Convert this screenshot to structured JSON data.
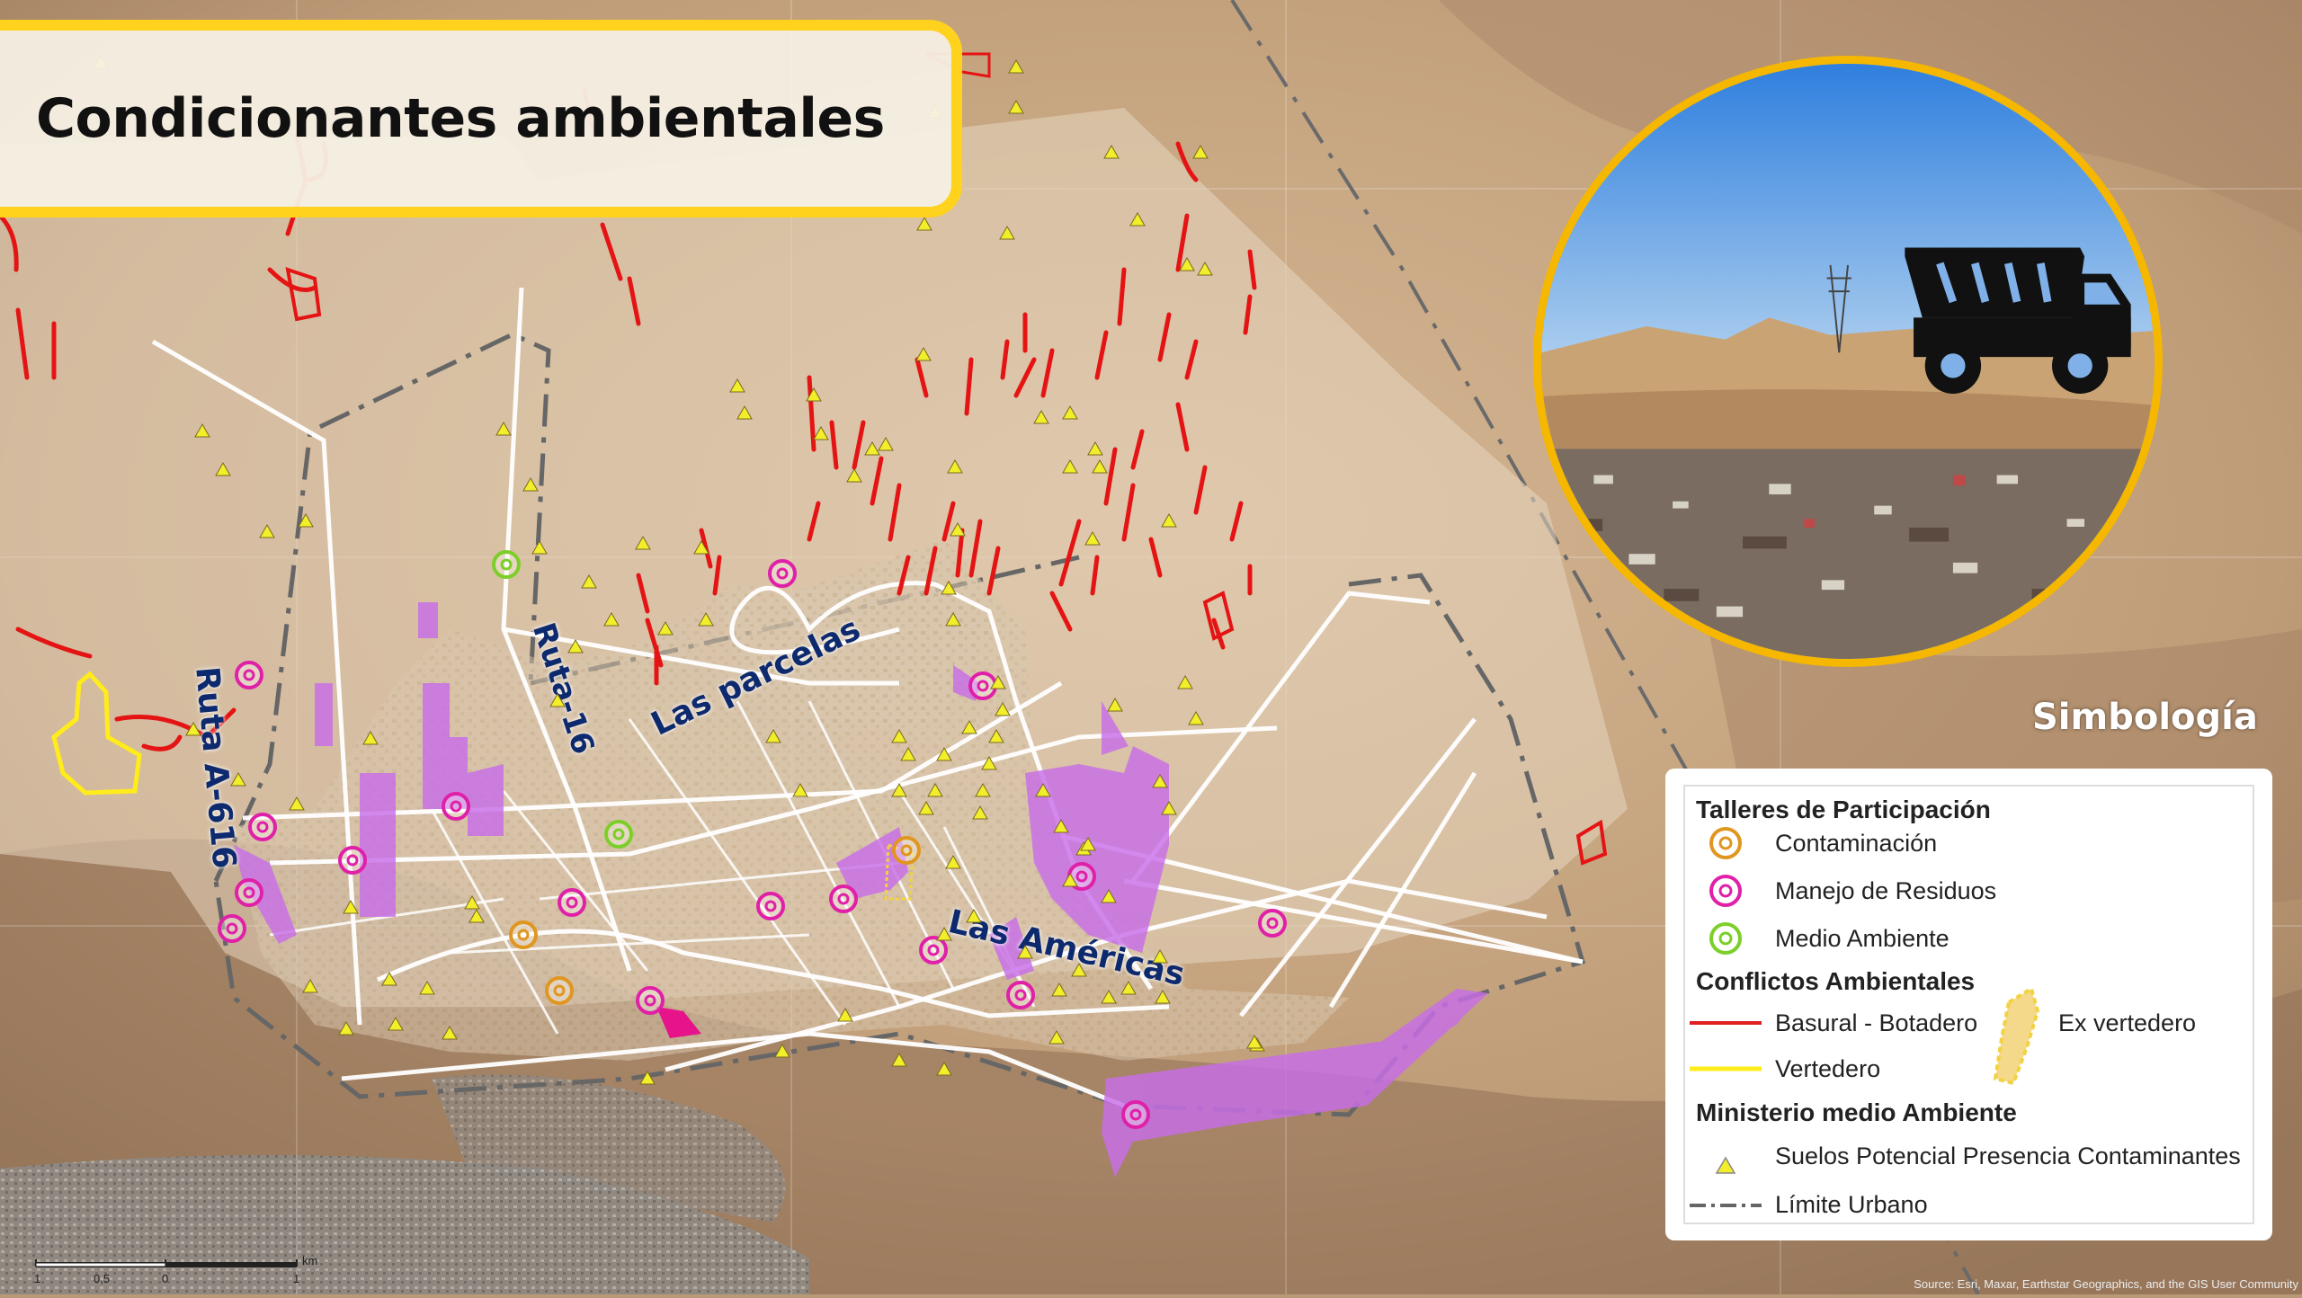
{
  "title": "Condicionantes ambientales",
  "legend": {
    "heading": "Simbología",
    "groups": [
      {
        "title": "Talleres de Participación",
        "items": [
          {
            "label": "Contaminación",
            "symbol": "target-orange",
            "color": "#e0961f"
          },
          {
            "label": "Manejo de Residuos",
            "symbol": "target-magenta",
            "color": "#e020a8"
          },
          {
            "label": "Medio Ambiente",
            "symbol": "target-green",
            "color": "#7ccf28"
          }
        ]
      },
      {
        "title": "Conflictos Ambientales",
        "items": [
          {
            "label": "Basural - Botadero",
            "symbol": "red-line",
            "color": "#e02020"
          },
          {
            "label": "Vertedero",
            "symbol": "yellow-line",
            "color": "#ffec1a"
          },
          {
            "label": "Ex vertedero",
            "symbol": "hatched-polygon",
            "color": "#f5d98a"
          }
        ]
      },
      {
        "title": "Ministerio medio Ambiente",
        "items": [
          {
            "label": "Suelos Potencial Presencia Contaminantes",
            "symbol": "yellow-triangle",
            "color": "#f2ee2a"
          },
          {
            "label": "Límite Urbano",
            "symbol": "dash-dot-line",
            "color": "#666666"
          }
        ]
      }
    ]
  },
  "map_labels": {
    "ruta_a616": "Ruta A-616",
    "ruta_16": "Ruta-16",
    "las_parcelas": "Las parcelas",
    "las_americas": "Las Américas"
  },
  "scale": {
    "ticks": [
      "1",
      "0,5",
      "0",
      "1"
    ],
    "unit": "km"
  },
  "credit": "Source: Esri, Maxar, Earthstar Geographics, and the GIS User Community",
  "colors": {
    "accent": "#ffd21e",
    "photo_border": "#f5b700",
    "polygon": "#c86ee8"
  }
}
